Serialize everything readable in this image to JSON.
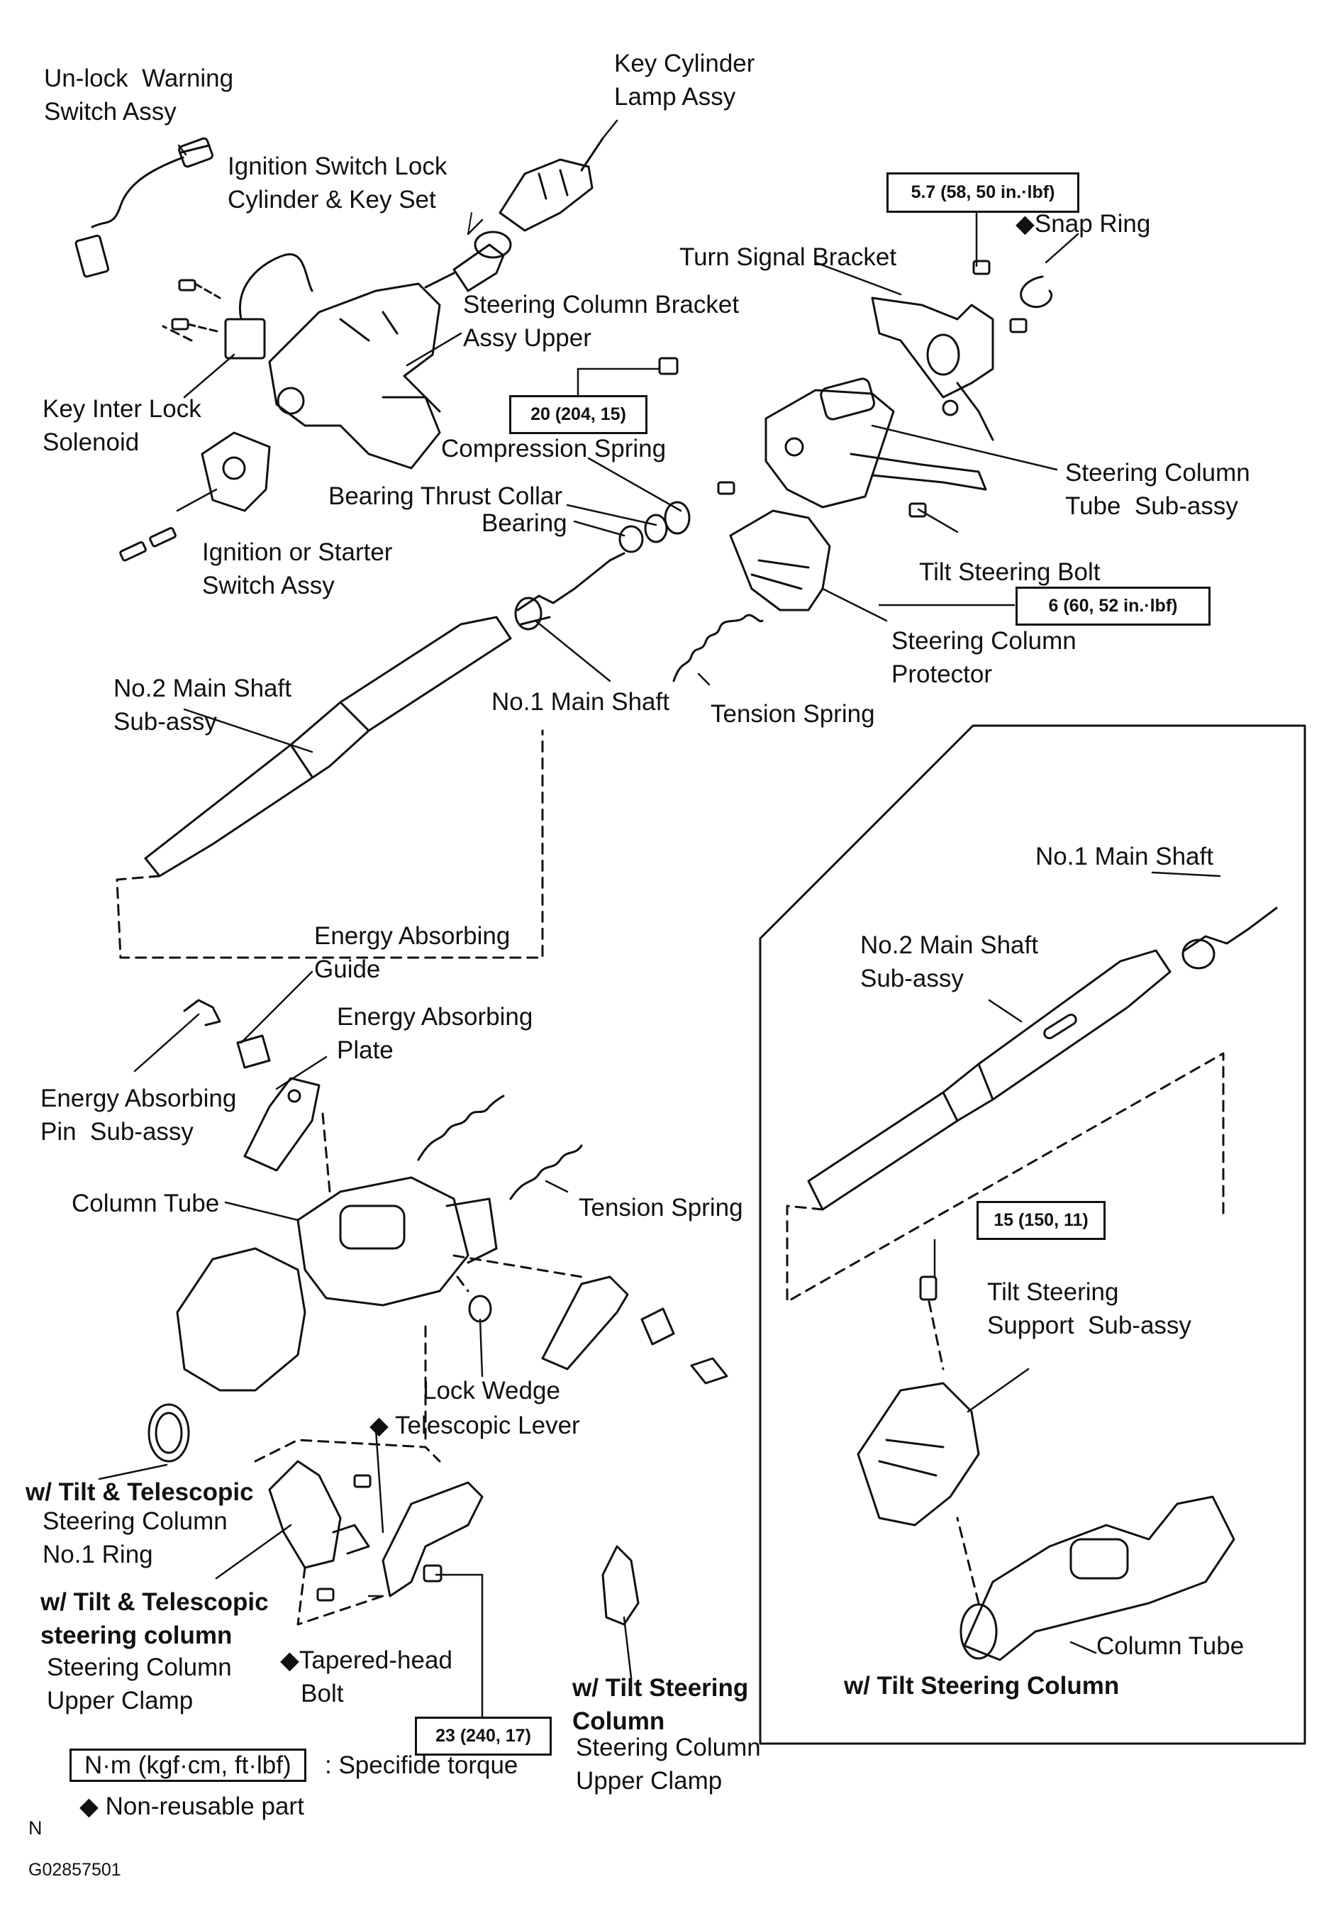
{
  "labels": {
    "unlock_warning": "Un-lock  Warning\nSwitch Assy",
    "key_cylinder_lamp": "Key Cylinder\nLamp Assy",
    "ignition_lock_cylinder": "Ignition Switch Lock\nCylinder & Key Set",
    "bracket_upper": "Steering Column Bracket\nAssy Upper",
    "key_interlock": "Key Inter Lock\nSolenoid",
    "ignition_starter": "Ignition or Starter\nSwitch Assy",
    "snap_ring": "◆Snap Ring",
    "turn_signal_bracket": "Turn Signal Bracket",
    "compression_spring": "Compression Spring",
    "bearing_thrust_collar": "Bearing Thrust Collar",
    "bearing": "Bearing",
    "column_tube_subassy": "Steering Column\nTube  Sub-assy",
    "tilt_steering_bolt": "Tilt Steering Bolt",
    "column_protector": "Steering Column\nProtector",
    "no2_main_shaft": "No.2 Main Shaft\nSub-assy",
    "no1_main_shaft": "No.1 Main Shaft",
    "tension_spring_top": "Tension Spring",
    "energy_abs_guide": "Energy Absorbing\nGuide",
    "energy_abs_plate": "Energy Absorbing\nPlate",
    "energy_abs_pin": "Energy Absorbing\nPin  Sub-assy",
    "column_tube": "Column Tube",
    "tension_spring_mid": "Tension Spring",
    "lock_wedge": "Lock Wedge",
    "telescopic_lever": "◆ Telescopic Lever",
    "tilt_telescopic_1": "w/ Tilt & Telescopic",
    "no1_ring": "Steering Column\nNo.1 Ring",
    "tilt_telescopic_2": "w/ Tilt & Telescopic\nsteering column",
    "upper_clamp_left": "Steering Column\nUpper Clamp",
    "tapered_bolt": "◆Tapered-head\n   Bolt",
    "tilt_col_bottom": "w/ Tilt Steering\nColumn",
    "upper_clamp_bottom": "Steering Column\nUpper Clamp",
    "r_no1_main_shaft": "No.1 Main Shaft",
    "r_no2_main_shaft": "No.2 Main Shaft\nSub-assy",
    "r_tilt_support": "Tilt Steering\nSupport  Sub-assy",
    "r_column_tube": "Column Tube",
    "r_tilt_col": "w/ Tilt Steering Column"
  },
  "torques": {
    "t57": "5.7 (58, 50 in.·lbf)",
    "t20": "20 (204, 15)",
    "t6": "6 (60, 52 in.·lbf)",
    "t15": "15 (150, 11)",
    "t23": "23 (240, 17)"
  },
  "legend": {
    "torque_box": "N·m (kgf·cm, ft·lbf)",
    "torque_text": ": Specifide torque",
    "nonreusable": "◆ Non-reusable part"
  },
  "footer": {
    "n_mark": "N",
    "fig_code": "G02857501"
  }
}
